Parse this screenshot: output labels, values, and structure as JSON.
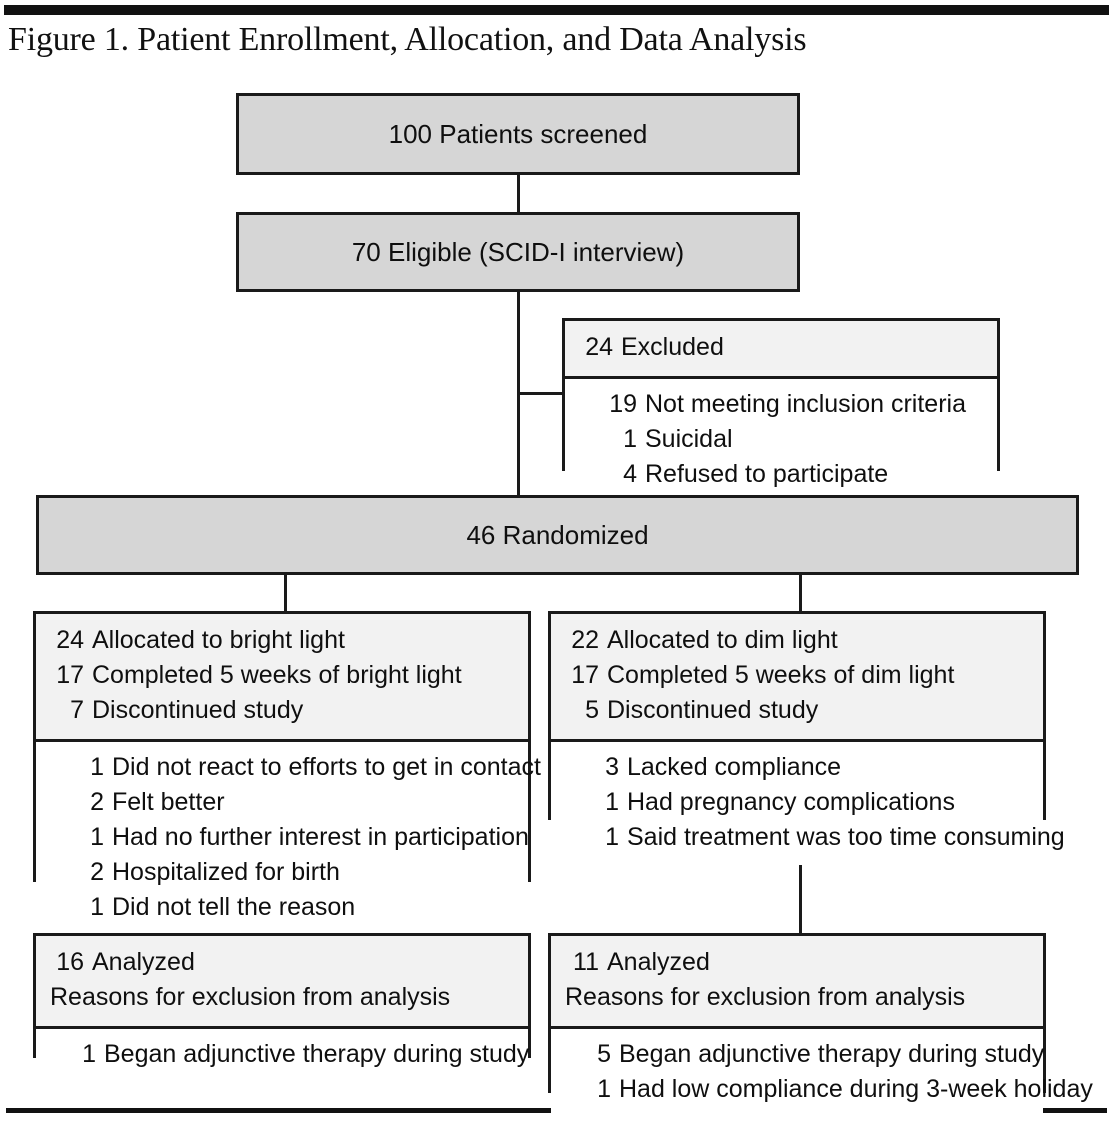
{
  "figure": {
    "title": "Figure 1. Patient Enrollment, Allocation, and Data Analysis"
  },
  "colors": {
    "box_fill_primary": "#d6d6d6",
    "box_fill_header": "#f2f2f2",
    "box_fill_body": "#ffffff",
    "border": "#1a1a1a",
    "rule": "#111111"
  },
  "flow": {
    "screened": {
      "label": "100 Patients screened"
    },
    "eligible": {
      "label": "70 Eligible (SCID-I interview)"
    },
    "excluded": {
      "header_num": "24",
      "header_text": "Excluded",
      "items": [
        {
          "num": "19",
          "text": "Not meeting inclusion criteria"
        },
        {
          "num": "1",
          "text": "Suicidal"
        },
        {
          "num": "4",
          "text": "Refused to participate"
        }
      ]
    },
    "randomized": {
      "label": "46 Randomized"
    },
    "bright": {
      "header": [
        {
          "num": "24",
          "text": "Allocated to bright light"
        },
        {
          "num": "17",
          "text": "Completed 5 weeks of bright light"
        },
        {
          "num": "7",
          "text": "Discontinued study"
        }
      ],
      "reasons": [
        {
          "num": "1",
          "text": "Did not react to efforts to get in contact"
        },
        {
          "num": "2",
          "text": "Felt better"
        },
        {
          "num": "1",
          "text": "Had no further interest in participation"
        },
        {
          "num": "2",
          "text": "Hospitalized for birth"
        },
        {
          "num": "1",
          "text": "Did not tell the reason"
        }
      ]
    },
    "dim": {
      "header": [
        {
          "num": "22",
          "text": "Allocated to dim light"
        },
        {
          "num": "17",
          "text": "Completed 5 weeks of dim light"
        },
        {
          "num": "5",
          "text": "Discontinued study"
        }
      ],
      "reasons": [
        {
          "num": "3",
          "text": "Lacked compliance"
        },
        {
          "num": "1",
          "text": "Had pregnancy complications"
        },
        {
          "num": "1",
          "text": "Said treatment was too time consuming"
        }
      ]
    },
    "analyzed_bright": {
      "header_num": "16",
      "header_text": "Analyzed",
      "header_sub": "Reasons for exclusion from analysis",
      "items": [
        {
          "num": "1",
          "text": "Began adjunctive therapy during study"
        }
      ]
    },
    "analyzed_dim": {
      "header_num": "11",
      "header_text": "Analyzed",
      "header_sub": "Reasons for exclusion from analysis",
      "items": [
        {
          "num": "5",
          "text": "Began adjunctive therapy during study"
        },
        {
          "num": "1",
          "text": "Had low compliance during 3-week holiday"
        }
      ]
    }
  },
  "chart_data": {
    "type": "diagram",
    "title": "Figure 1. Patient Enrollment, Allocation, and Data Analysis",
    "nodes": [
      {
        "id": "screened",
        "label": "100 Patients screened",
        "value": 100
      },
      {
        "id": "eligible",
        "label": "70 Eligible (SCID-I interview)",
        "value": 70
      },
      {
        "id": "excluded",
        "label": "24 Excluded",
        "value": 24
      },
      {
        "id": "randomized",
        "label": "46 Randomized",
        "value": 46
      },
      {
        "id": "bright-allocated",
        "label": "24 Allocated to bright light",
        "value": 24
      },
      {
        "id": "dim-allocated",
        "label": "22 Allocated to dim light",
        "value": 22
      },
      {
        "id": "bright-analyzed",
        "label": "16 Analyzed",
        "value": 16
      },
      {
        "id": "dim-analyzed",
        "label": "11 Analyzed",
        "value": 11
      }
    ],
    "edges": [
      {
        "from": "screened",
        "to": "eligible"
      },
      {
        "from": "eligible",
        "to": "excluded"
      },
      {
        "from": "eligible",
        "to": "randomized"
      },
      {
        "from": "randomized",
        "to": "bright-allocated"
      },
      {
        "from": "randomized",
        "to": "dim-allocated"
      },
      {
        "from": "bright-allocated",
        "to": "bright-analyzed"
      },
      {
        "from": "dim-allocated",
        "to": "dim-analyzed"
      }
    ]
  }
}
